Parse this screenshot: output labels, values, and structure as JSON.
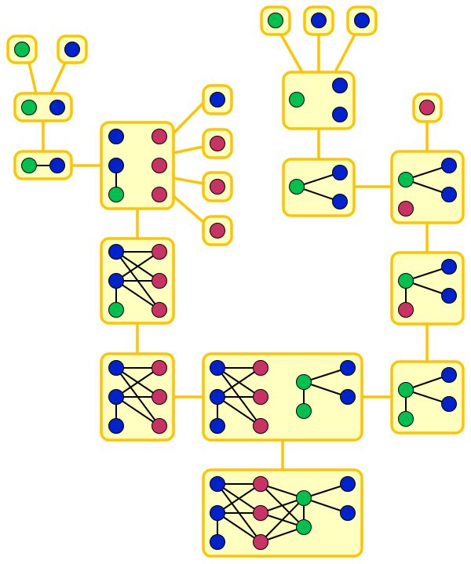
{
  "diagram": {
    "type": "graph-decomposition-tree",
    "colors": {
      "box_fill": "#ffffc0",
      "box_stroke": "#ffc400",
      "tree_edge": "#ffc400",
      "graph_edge": "#000000",
      "node_stroke": "#000000",
      "blue": "#0022cc",
      "green": "#00c050",
      "red": "#c83264"
    },
    "boxes": [
      {
        "id": "a1",
        "nodes": [
          {
            "id": "n1",
            "c": "green"
          }
        ],
        "edges": []
      },
      {
        "id": "a2",
        "nodes": [
          {
            "id": "n1",
            "c": "blue"
          }
        ],
        "edges": []
      },
      {
        "id": "a3",
        "nodes": [
          {
            "id": "n1",
            "c": "green"
          },
          {
            "id": "n2",
            "c": "blue"
          }
        ],
        "edges": []
      },
      {
        "id": "a4",
        "nodes": [
          {
            "id": "n1",
            "c": "green"
          },
          {
            "id": "n2",
            "c": "blue"
          }
        ],
        "edges": [
          [
            "n1",
            "n2"
          ]
        ]
      },
      {
        "id": "b1",
        "nodes": [
          {
            "id": "b1",
            "c": "blue"
          },
          {
            "id": "b2",
            "c": "blue"
          },
          {
            "id": "g1",
            "c": "green"
          },
          {
            "id": "r1",
            "c": "red"
          },
          {
            "id": "r2",
            "c": "red"
          },
          {
            "id": "r3",
            "c": "red"
          }
        ],
        "edges": [
          [
            "b2",
            "g1"
          ]
        ]
      },
      {
        "id": "c1",
        "nodes": [
          {
            "id": "n1",
            "c": "blue"
          }
        ],
        "edges": []
      },
      {
        "id": "c2",
        "nodes": [
          {
            "id": "n1",
            "c": "red"
          }
        ],
        "edges": []
      },
      {
        "id": "c3",
        "nodes": [
          {
            "id": "n1",
            "c": "red"
          }
        ],
        "edges": []
      },
      {
        "id": "c4",
        "nodes": [
          {
            "id": "n1",
            "c": "red"
          }
        ],
        "edges": []
      },
      {
        "id": "b2",
        "nodes": [
          {
            "id": "b1",
            "c": "blue"
          },
          {
            "id": "b2",
            "c": "blue"
          },
          {
            "id": "g1",
            "c": "green"
          },
          {
            "id": "r1",
            "c": "red"
          },
          {
            "id": "r2",
            "c": "red"
          },
          {
            "id": "r3",
            "c": "red"
          }
        ],
        "edges": [
          [
            "b1",
            "r1"
          ],
          [
            "b1",
            "r2"
          ],
          [
            "b1",
            "r3"
          ],
          [
            "b2",
            "r1"
          ],
          [
            "b2",
            "r2"
          ],
          [
            "b2",
            "r3"
          ],
          [
            "b2",
            "g1"
          ]
        ]
      },
      {
        "id": "b3",
        "nodes": [
          {
            "id": "b1",
            "c": "blue"
          },
          {
            "id": "b2",
            "c": "blue"
          },
          {
            "id": "b3",
            "c": "blue"
          },
          {
            "id": "r1",
            "c": "red"
          },
          {
            "id": "r2",
            "c": "red"
          },
          {
            "id": "r3",
            "c": "red"
          }
        ],
        "edges": [
          [
            "b1",
            "r1"
          ],
          [
            "b1",
            "r2"
          ],
          [
            "b1",
            "r3"
          ],
          [
            "b2",
            "r1"
          ],
          [
            "b2",
            "r2"
          ],
          [
            "b2",
            "r3"
          ],
          [
            "b2",
            "b3"
          ]
        ]
      },
      {
        "id": "m1",
        "nodes": [
          {
            "id": "b1",
            "c": "blue"
          },
          {
            "id": "b2",
            "c": "blue"
          },
          {
            "id": "b3",
            "c": "blue"
          },
          {
            "id": "r1",
            "c": "red"
          },
          {
            "id": "r2",
            "c": "red"
          },
          {
            "id": "r3",
            "c": "red"
          },
          {
            "id": "g1",
            "c": "green"
          },
          {
            "id": "g2",
            "c": "green"
          },
          {
            "id": "b4",
            "c": "blue"
          },
          {
            "id": "b5",
            "c": "blue"
          }
        ],
        "edges": [
          [
            "b1",
            "r1"
          ],
          [
            "b1",
            "r2"
          ],
          [
            "b1",
            "r3"
          ],
          [
            "b2",
            "r1"
          ],
          [
            "b2",
            "r2"
          ],
          [
            "b2",
            "r3"
          ],
          [
            "b2",
            "b3"
          ],
          [
            "g1",
            "g2"
          ],
          [
            "g1",
            "b4"
          ],
          [
            "g1",
            "b5"
          ]
        ]
      },
      {
        "id": "m2",
        "nodes": [
          {
            "id": "b1",
            "c": "blue"
          },
          {
            "id": "b2",
            "c": "blue"
          },
          {
            "id": "b3",
            "c": "blue"
          },
          {
            "id": "r1",
            "c": "red"
          },
          {
            "id": "r2",
            "c": "red"
          },
          {
            "id": "r3",
            "c": "red"
          },
          {
            "id": "g1",
            "c": "green"
          },
          {
            "id": "g2",
            "c": "green"
          },
          {
            "id": "b4",
            "c": "blue"
          },
          {
            "id": "b5",
            "c": "blue"
          }
        ],
        "edges": [
          [
            "b1",
            "r1"
          ],
          [
            "b1",
            "r2"
          ],
          [
            "b1",
            "r3"
          ],
          [
            "b2",
            "r1"
          ],
          [
            "b2",
            "r2"
          ],
          [
            "b2",
            "r3"
          ],
          [
            "b2",
            "b3"
          ],
          [
            "r1",
            "g1"
          ],
          [
            "r1",
            "g2"
          ],
          [
            "r2",
            "g1"
          ],
          [
            "r2",
            "g2"
          ],
          [
            "r3",
            "g1"
          ],
          [
            "r3",
            "g2"
          ],
          [
            "g1",
            "g2"
          ],
          [
            "g1",
            "b4"
          ],
          [
            "g1",
            "b5"
          ]
        ]
      },
      {
        "id": "d1",
        "nodes": [
          {
            "id": "n1",
            "c": "green"
          }
        ],
        "edges": []
      },
      {
        "id": "d2",
        "nodes": [
          {
            "id": "n1",
            "c": "blue"
          }
        ],
        "edges": []
      },
      {
        "id": "d3",
        "nodes": [
          {
            "id": "n1",
            "c": "blue"
          }
        ],
        "edges": []
      },
      {
        "id": "e1",
        "nodes": [
          {
            "id": "g1",
            "c": "green"
          },
          {
            "id": "b1",
            "c": "blue"
          },
          {
            "id": "b2",
            "c": "blue"
          }
        ],
        "edges": []
      },
      {
        "id": "e2",
        "nodes": [
          {
            "id": "g1",
            "c": "green"
          },
          {
            "id": "b1",
            "c": "blue"
          },
          {
            "id": "b2",
            "c": "blue"
          }
        ],
        "edges": [
          [
            "g1",
            "b1"
          ],
          [
            "g1",
            "b2"
          ]
        ]
      },
      {
        "id": "f1",
        "nodes": [
          {
            "id": "n1",
            "c": "red"
          }
        ],
        "edges": []
      },
      {
        "id": "f2",
        "nodes": [
          {
            "id": "g1",
            "c": "green"
          },
          {
            "id": "b1",
            "c": "blue"
          },
          {
            "id": "b2",
            "c": "blue"
          },
          {
            "id": "r1",
            "c": "red"
          }
        ],
        "edges": [
          [
            "g1",
            "b1"
          ],
          [
            "g1",
            "b2"
          ]
        ]
      },
      {
        "id": "f3",
        "nodes": [
          {
            "id": "g1",
            "c": "green"
          },
          {
            "id": "b1",
            "c": "blue"
          },
          {
            "id": "b2",
            "c": "blue"
          },
          {
            "id": "r1",
            "c": "red"
          }
        ],
        "edges": [
          [
            "g1",
            "b1"
          ],
          [
            "g1",
            "b2"
          ],
          [
            "g1",
            "r1"
          ]
        ]
      },
      {
        "id": "f4",
        "nodes": [
          {
            "id": "g1",
            "c": "green"
          },
          {
            "id": "b1",
            "c": "blue"
          },
          {
            "id": "b2",
            "c": "blue"
          },
          {
            "id": "g2",
            "c": "green"
          }
        ],
        "edges": [
          [
            "g1",
            "b1"
          ],
          [
            "g1",
            "b2"
          ],
          [
            "g1",
            "g2"
          ]
        ]
      }
    ],
    "tree_edges": [
      [
        "a1",
        "a3"
      ],
      [
        "a2",
        "a3"
      ],
      [
        "a3",
        "a4"
      ],
      [
        "a4",
        "b1"
      ],
      [
        "b1",
        "c1"
      ],
      [
        "b1",
        "c2"
      ],
      [
        "b1",
        "c3"
      ],
      [
        "b1",
        "c4"
      ],
      [
        "b1",
        "b2"
      ],
      [
        "b2",
        "b3"
      ],
      [
        "b3",
        "m1"
      ],
      [
        "m1",
        "m2"
      ],
      [
        "d1",
        "e1"
      ],
      [
        "d2",
        "e1"
      ],
      [
        "d3",
        "e1"
      ],
      [
        "e1",
        "e2"
      ],
      [
        "e2",
        "f2"
      ],
      [
        "f1",
        "f2"
      ],
      [
        "f2",
        "f3"
      ],
      [
        "f3",
        "f4"
      ],
      [
        "f4",
        "m1"
      ]
    ]
  }
}
